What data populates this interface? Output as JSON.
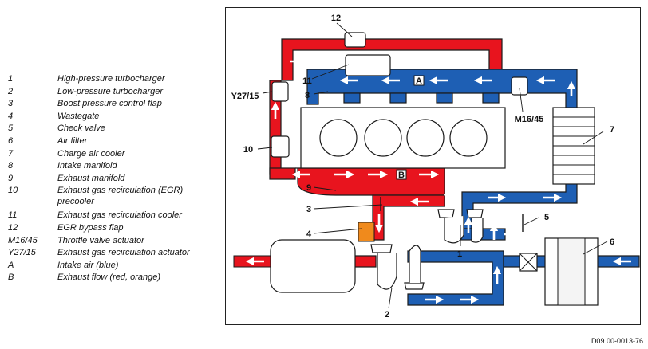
{
  "legend": [
    {
      "key": "1",
      "label": "High-pressure turbocharger"
    },
    {
      "key": "2",
      "label": "Low-pressure turbocharger"
    },
    {
      "key": "3",
      "label": "Boost pressure control flap"
    },
    {
      "key": "4",
      "label": "Wastegate"
    },
    {
      "key": "5",
      "label": "Check valve"
    },
    {
      "key": "6",
      "label": "Air filter"
    },
    {
      "key": "7",
      "label": "Charge air cooler"
    },
    {
      "key": "8",
      "label": "Intake manifold"
    },
    {
      "key": "9",
      "label": "Exhaust manifold"
    },
    {
      "key": "10",
      "label": "Exhaust gas recirculation (EGR) precooler"
    },
    {
      "key": "11",
      "label": "Exhaust gas recirculation cooler"
    },
    {
      "key": "12",
      "label": "EGR bypass flap"
    },
    {
      "key": "M16/45",
      "label": "Throttle valve actuator"
    },
    {
      "key": "Y27/15",
      "label": "Exhaust gas recirculation actuator"
    },
    {
      "key": "A",
      "label": "Intake air (blue)"
    },
    {
      "key": "B",
      "label": "Exhaust flow (red, orange)"
    }
  ],
  "callouts": {
    "c12": "12",
    "c11": "11",
    "c8": "8",
    "cY2715": "Y27/15",
    "cM1645": "M16/45",
    "c7": "7",
    "c10": "10",
    "c9": "9",
    "c3": "3",
    "c5": "5",
    "c4": "4",
    "c1": "1",
    "c2": "2",
    "c6": "6",
    "cA": "A",
    "cB": "B"
  },
  "doc_id": "D09.00-0013-76",
  "colors": {
    "exhaust": "#e8141e",
    "exhaust_hot": "#f08a1c",
    "intake": "#1e5fb4",
    "outline": "#1a1a1a"
  }
}
